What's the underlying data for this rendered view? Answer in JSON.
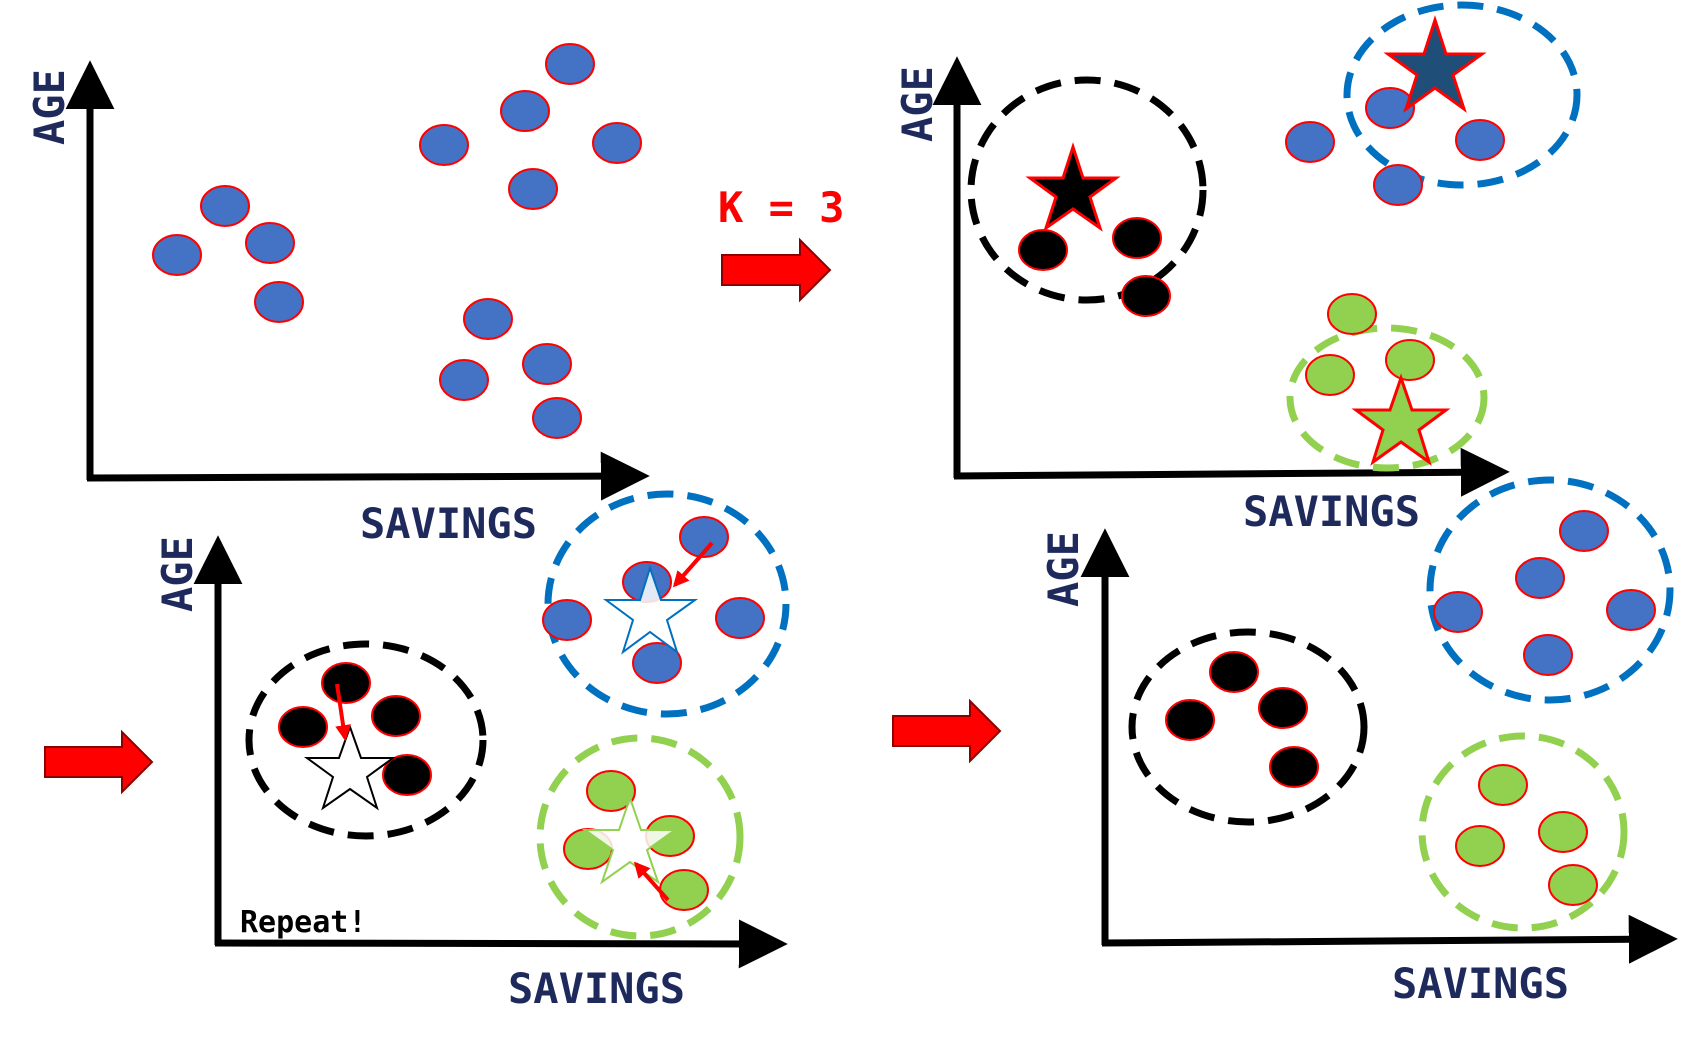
{
  "labels": {
    "age": "AGE",
    "savings": "SAVINGS",
    "k_equals": "K = 3",
    "repeat": "Repeat!"
  },
  "colors": {
    "blue": "#4472C4",
    "black": "#000000",
    "green": "#92D050",
    "outline": "#FF0000",
    "axis": "#000000",
    "label": "#1F2A5C",
    "arrow": "#FF0000",
    "dash_blue": "#0070C0",
    "dash_black": "#000000",
    "dash_green": "#92D050"
  }
}
